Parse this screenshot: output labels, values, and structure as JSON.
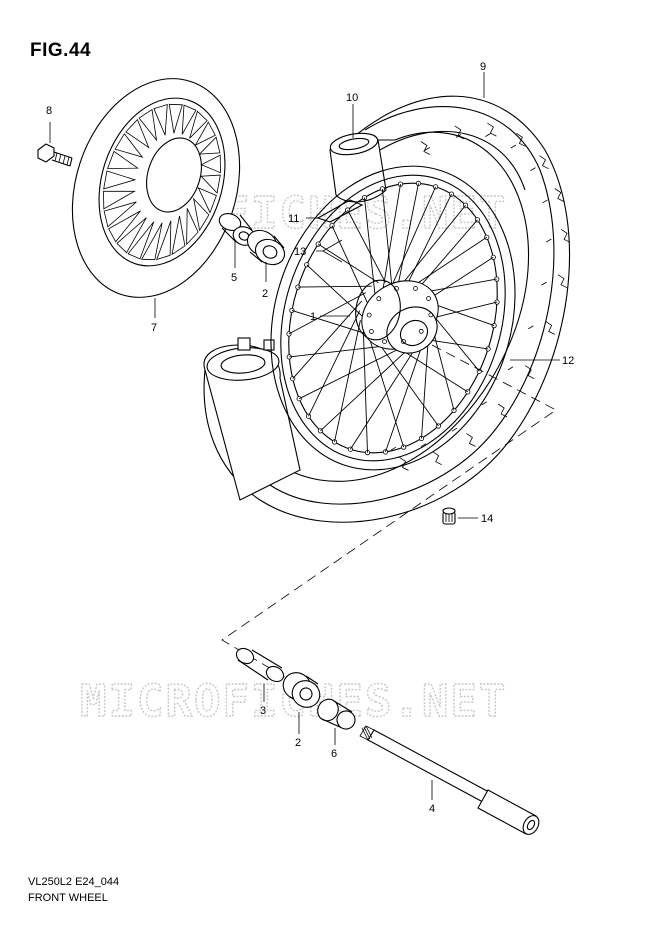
{
  "figure": {
    "title": "FIG.44",
    "code": "VL250L2 E24_044",
    "caption": "FRONT WHEEL",
    "watermark": "MICROFICHES.NET"
  },
  "callouts": [
    {
      "id": "c8",
      "label": "8"
    },
    {
      "id": "c10",
      "label": "10"
    },
    {
      "id": "c9",
      "label": "9"
    },
    {
      "id": "c11",
      "label": "11"
    },
    {
      "id": "c13",
      "label": "13"
    },
    {
      "id": "c5",
      "label": "5"
    },
    {
      "id": "c2a",
      "label": "2"
    },
    {
      "id": "c1",
      "label": "1"
    },
    {
      "id": "c7",
      "label": "7"
    },
    {
      "id": "c12",
      "label": "12"
    },
    {
      "id": "c14",
      "label": "14"
    },
    {
      "id": "c3",
      "label": "3"
    },
    {
      "id": "c2b",
      "label": "2"
    },
    {
      "id": "c6",
      "label": "6"
    },
    {
      "id": "c4",
      "label": "4"
    }
  ]
}
